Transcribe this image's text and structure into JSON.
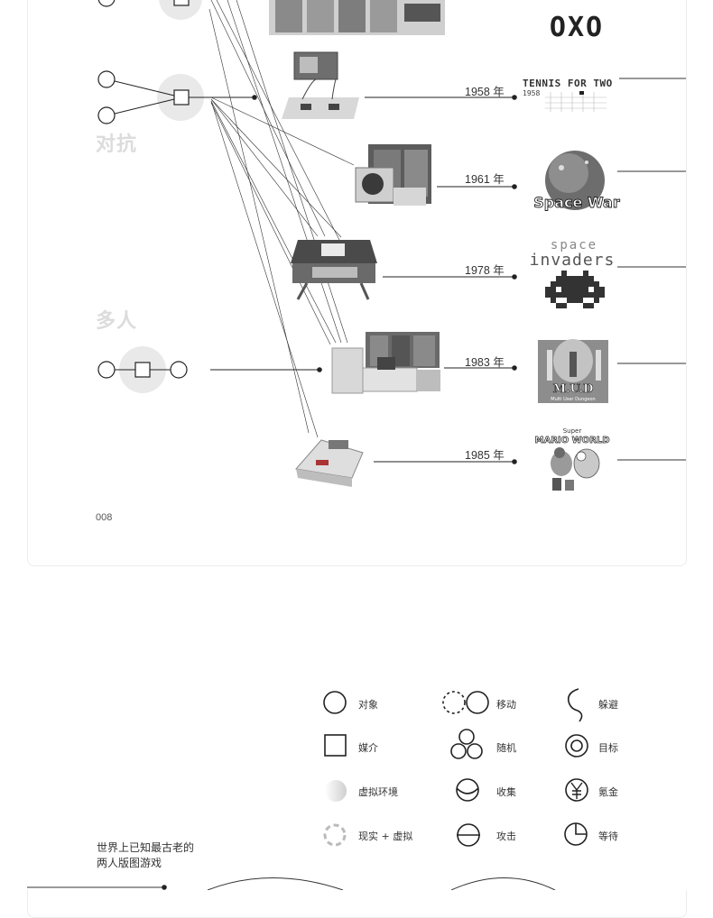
{
  "categories": {
    "versus": "对抗",
    "multiplayer": "多人"
  },
  "timeline": [
    {
      "year": "1958 年",
      "game": "TENNIS FOR TWO"
    },
    {
      "year": "1961 年",
      "game": "Space War"
    },
    {
      "year": "1978 年",
      "game": "space invaders"
    },
    {
      "year": "1983 年",
      "game": "M.U.D"
    },
    {
      "year": "1985 年",
      "game": "MARIO WORLD"
    }
  ],
  "logos": {
    "oxo": "OXO",
    "tennis_title": "TENNIS FOR TWO",
    "tennis_year": "1958",
    "spacewar": "Space War",
    "invaders_line1": "space",
    "invaders_line2": "invaders",
    "mud_title": "M.U.D",
    "mud_sub": "Multi User Dungeon",
    "mario_top": "Super",
    "mario_title": "MARIO WORLD"
  },
  "page_number": "008",
  "legend": [
    {
      "label": "对象",
      "icon": "circle-icon"
    },
    {
      "label": "移动",
      "icon": "move-icon"
    },
    {
      "label": "躲避",
      "icon": "dodge-icon"
    },
    {
      "label": "媒介",
      "icon": "square-icon"
    },
    {
      "label": "随机",
      "icon": "random-icon"
    },
    {
      "label": "目标",
      "icon": "target-icon"
    },
    {
      "label": "虚拟环境",
      "icon": "virtual-env-icon"
    },
    {
      "label": "收集",
      "icon": "collect-icon"
    },
    {
      "label": "氪金",
      "icon": "yen-icon"
    },
    {
      "label": "现实 + 虚拟",
      "icon": "real-virtual-icon"
    },
    {
      "label": "攻击",
      "icon": "attack-icon"
    },
    {
      "label": "等待",
      "icon": "wait-icon"
    }
  ],
  "caption": {
    "line1": "世界上已知最古老的",
    "line2": "两人版图游戏"
  }
}
